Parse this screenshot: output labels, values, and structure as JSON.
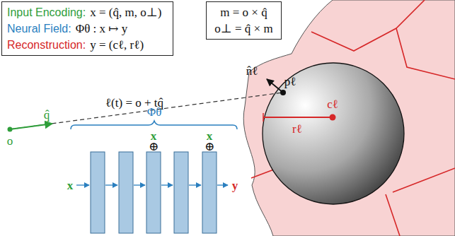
{
  "diagram": {
    "nodes": [
      {
        "text": [
          "Input Encoding:",
          "x = (q̂, m, o⊥)",
          "Neural Field:",
          "Φθ : x ↦ y",
          "Reconstruction:",
          "y = (cℓ, rℓ)"
        ]
      },
      {
        "text": [
          "m = o × q̂",
          "o⊥ = q̂ × m"
        ]
      }
    ],
    "labels": [
      "o",
      "q̂",
      "ℓ(t) = o + tq̂",
      "n̂ℓ",
      "pℓ",
      "cℓ",
      "rℓ",
      "Φθ",
      "x",
      "⊕",
      "x",
      "⊕",
      "x",
      "y"
    ]
  }
}
